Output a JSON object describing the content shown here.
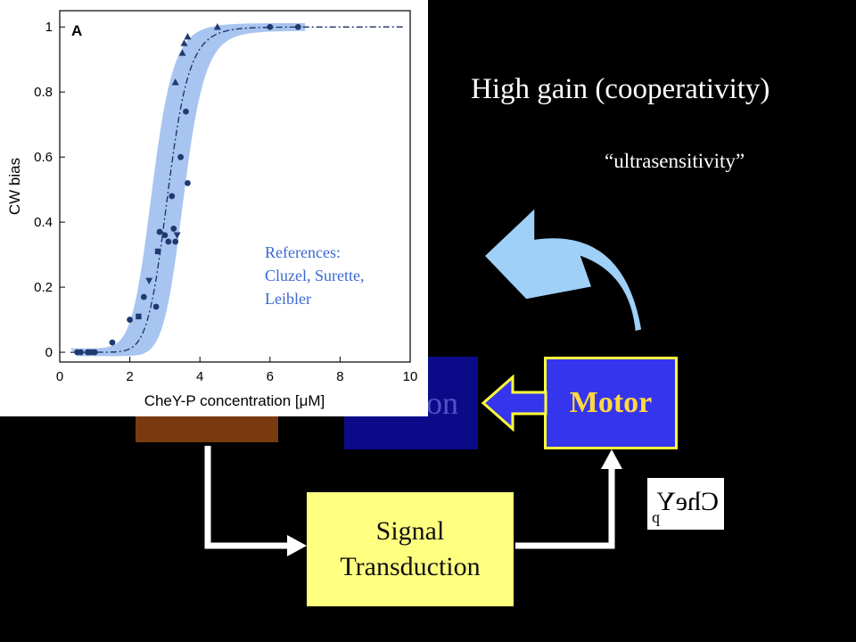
{
  "slide": {
    "title": "High gain (cooperativity)",
    "subtitle": "“ultrasensitivity”",
    "motor_label": "Motor",
    "signal_line1": "Signal",
    "signal_line2": "Transduction",
    "navy_partial": "on",
    "chey_label": "CheY",
    "chey_subscript": "p",
    "colors": {
      "background": "#000000",
      "motor_fill": "#3535ee",
      "motor_border": "#ffff3a",
      "signal_fill": "#ffff80",
      "arrow_blue": "#9fd0f8",
      "band": "#a8c4f0",
      "points": "#1f3a70"
    }
  },
  "figure": {
    "panel_label": "A",
    "references": [
      "References:",
      "Cluzel, Surette,",
      "Leibler"
    ]
  },
  "chart_data": {
    "type": "scatter",
    "title": "",
    "panel_label": "A",
    "xlabel": "CheY-P  concentration  [μM]",
    "ylabel": "CW bias",
    "xlim": [
      0,
      10
    ],
    "ylim": [
      -0.03,
      1.05
    ],
    "xticks": [
      0,
      2,
      4,
      6,
      8,
      10
    ],
    "yticks": [
      0,
      0.2,
      0.4,
      0.6,
      0.8,
      1
    ],
    "ytick_labels": [
      "0",
      "0.2",
      "0.4",
      "0.6",
      "0.8",
      "1"
    ],
    "grid": false,
    "fit_curve": {
      "style": "dash-dot",
      "model": "hill",
      "K": 3.1,
      "n": 10.3
    },
    "band": {
      "description": "confidence band around fit",
      "half_width_x": 0.45
    },
    "series": [
      {
        "marker": "circle",
        "x": [
          0.5,
          0.6,
          0.8,
          1.0,
          1.5,
          2.0,
          2.4,
          2.75,
          2.85,
          3.0,
          3.1,
          3.2,
          3.25,
          3.3,
          3.45,
          3.6,
          3.65,
          6.0,
          6.8
        ],
        "y": [
          0.0,
          0.0,
          0.0,
          0.0,
          0.03,
          0.1,
          0.17,
          0.14,
          0.37,
          0.36,
          0.34,
          0.48,
          0.38,
          0.34,
          0.6,
          0.74,
          0.52,
          1.0,
          1.0
        ]
      },
      {
        "marker": "square",
        "x": [
          0.9,
          2.25,
          2.8
        ],
        "y": [
          0.0,
          0.11,
          0.31
        ]
      },
      {
        "marker": "triangle-up",
        "x": [
          3.3,
          3.5,
          3.55,
          3.65,
          4.5
        ],
        "y": [
          0.83,
          0.92,
          0.95,
          0.97,
          1.0
        ]
      },
      {
        "marker": "triangle-down",
        "x": [
          2.55,
          3.35
        ],
        "y": [
          0.22,
          0.36
        ]
      }
    ]
  }
}
